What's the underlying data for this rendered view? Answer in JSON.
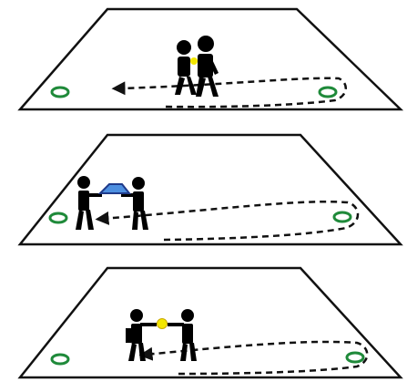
{
  "colors": {
    "background": "#ffffff",
    "field_line": "#111111",
    "figure": "#000000",
    "cone_ring": "#1f8a3a",
    "object_stroke": "#1f3a8a",
    "yellow_item": "#f2e600",
    "blue_item": "#4d8fe0"
  },
  "panels": [
    {
      "id": "panel-1",
      "drill": "two-players-hand-in-hand",
      "carried_item": "yellow-hands"
    },
    {
      "id": "panel-2",
      "drill": "two-players-carry-object",
      "carried_item": "blue-tray"
    },
    {
      "id": "panel-3",
      "drill": "two-players-hold-ball-between",
      "carried_item": "yellow-ball"
    }
  ],
  "icons": [
    "cone-icon",
    "player-figure-icon",
    "run-path-arrow-icon"
  ]
}
